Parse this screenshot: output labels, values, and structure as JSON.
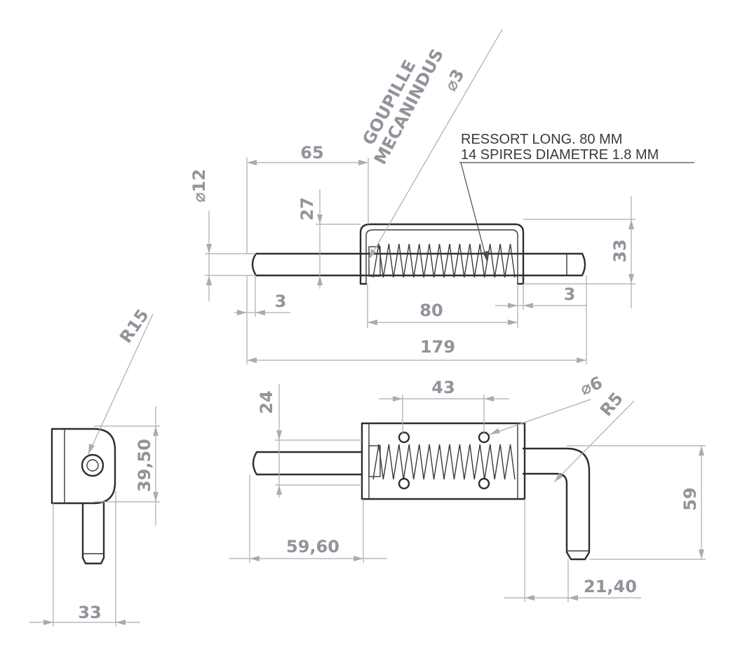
{
  "notes": {
    "pin_line1": "GOUPILLE",
    "pin_line2": "MECANINDUS",
    "pin_diameter": "⌀3",
    "spring_line1": "RESSORT LONG. 80 MM",
    "spring_line2": "14 SPIRES DIAMETRE 1.8 MM"
  },
  "dimensions": {
    "d65": "65",
    "d12": "⌀12",
    "d27": "27",
    "d33_right": "33",
    "d3_left": "3",
    "d80": "80",
    "d3_right": "3",
    "d179": "179",
    "r15": "R15",
    "d39_50": "39,50",
    "d33_bottom": "33",
    "d24": "24",
    "d43": "43",
    "d6": "⌀6",
    "r5": "R5",
    "d59": "59",
    "d59_60": "59,60",
    "d21_40": "21,40"
  }
}
